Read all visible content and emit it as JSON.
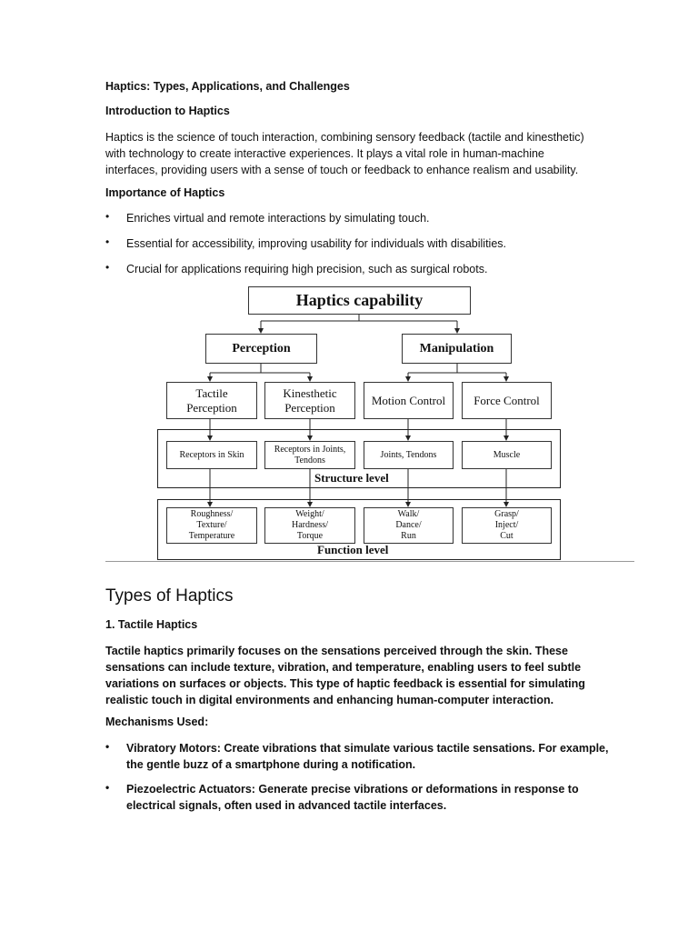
{
  "doc": {
    "title": "Haptics: Types, Applications, and Challenges",
    "intro_heading": "Introduction to Haptics",
    "intro_lines": [
      "Haptics is the science of touch interaction, combining sensory feedback (tactile and kinesthetic)",
      "with technology to create interactive experiences. It plays a vital role in human-machine",
      "interfaces, providing users with a sense of touch or feedback to enhance realism and usability."
    ],
    "importance_heading": "Importance of Haptics",
    "importance_bullets": [
      "Enriches virtual and remote interactions by simulating touch.",
      "Essential for accessibility, improving usability for individuals with disabilities.",
      "Crucial for applications requiring high precision, such as surgical robots."
    ],
    "bullet_char": "•",
    "types_heading": "Types of Haptics",
    "tactile_heading": "1. Tactile Haptics",
    "tactile_lines": [
      "Tactile haptics primarily focuses on the sensations perceived through the skin. These",
      "sensations can include texture, vibration, and temperature, enabling users to feel subtle",
      "variations on surfaces or objects. This type of haptic feedback is essential for simulating",
      "realistic touch in digital environments and enhancing human-computer interaction."
    ],
    "mechanisms_heading": "Mechanisms Used:",
    "mechanisms": [
      {
        "line1": "Vibratory Motors: Create vibrations that simulate various tactile sensations. For example,",
        "line2": "the gentle buzz of a smartphone during a notification."
      },
      {
        "line1": "Piezoelectric Actuators: Generate precise vibrations or deformations in response to",
        "line2": "electrical signals, often used in advanced tactile interfaces."
      }
    ]
  },
  "diagram": {
    "root": "Haptics capability",
    "perception": "Perception",
    "manipulation": "Manipulation",
    "tactile_perception": [
      "Tactile",
      "Perception"
    ],
    "kinesthetic_perception": [
      "Kinesthetic",
      "Perception"
    ],
    "motion_control": "Motion Control",
    "force_control": "Force Control",
    "structure": [
      "Receptors in Skin",
      "Receptors in Joints, Tendons",
      "Joints, Tendons",
      "Muscle"
    ],
    "structure_label": "Structure level",
    "function": [
      [
        "Roughness/",
        "Texture/",
        "Temperature"
      ],
      [
        "Weight/",
        "Hardness/",
        "Torque"
      ],
      [
        "Walk/",
        "Dance/",
        "Run"
      ],
      [
        "Grasp/",
        "Inject/",
        "Cut"
      ]
    ],
    "function_label": "Function level"
  }
}
